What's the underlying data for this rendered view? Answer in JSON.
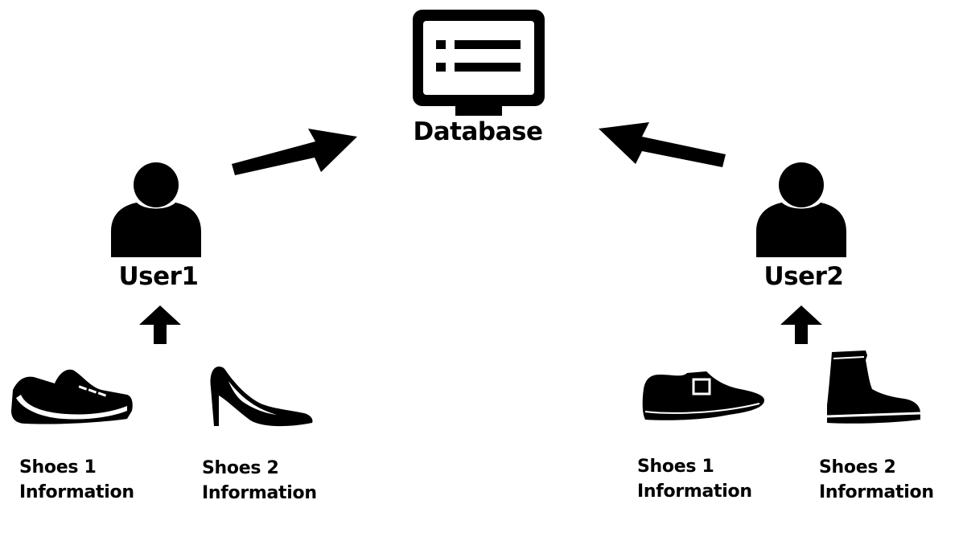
{
  "database": {
    "label": "Database",
    "icon": "database-monitor-icon"
  },
  "users": [
    {
      "label": "User1",
      "icon": "user-icon",
      "shoes": [
        {
          "icon": "sneaker-icon",
          "line1": "Shoes 1",
          "line2": "Information"
        },
        {
          "icon": "high-heel-icon",
          "line1": "Shoes 2",
          "line2": "Information"
        }
      ]
    },
    {
      "label": "User2",
      "icon": "user-icon",
      "shoes": [
        {
          "icon": "dress-shoe-icon",
          "line1": "Shoes 1",
          "line2": "Information"
        },
        {
          "icon": "boot-icon",
          "line1": "Shoes 2",
          "line2": "Information"
        }
      ]
    }
  ],
  "colors": {
    "ink": "#000000",
    "background": "#ffffff"
  }
}
